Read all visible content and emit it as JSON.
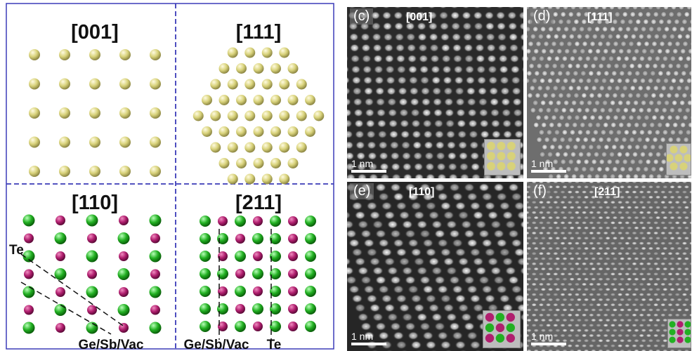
{
  "left_panels": {
    "p001": {
      "zone": "[001]"
    },
    "p111": {
      "zone": "[111]"
    },
    "p110": {
      "zone": "[110]",
      "label_te": "Te",
      "label_ge": "Ge/Sb/Vac"
    },
    "p211": {
      "zone": "[211]",
      "label_ge": "Ge/Sb/Vac",
      "label_te": "Te"
    }
  },
  "tem_panels": [
    {
      "letter": "(c)",
      "zone": "[001]",
      "scale": "1 nm",
      "pattern": "square"
    },
    {
      "letter": "(d)",
      "zone": "[111]",
      "scale": "1 nm",
      "pattern": "hex"
    },
    {
      "letter": "(e)",
      "zone": "[110]",
      "scale": "1 nm",
      "pattern": "rect110"
    },
    {
      "letter": "(f)",
      "zone": "[211]",
      "scale": "1 nm",
      "pattern": "rows211"
    }
  ],
  "colors": {
    "frame": "#3b3bb8",
    "te_atom": "#d8d27a",
    "green_atom": "#22b022",
    "magenta_atom": "#b01e6e"
  }
}
